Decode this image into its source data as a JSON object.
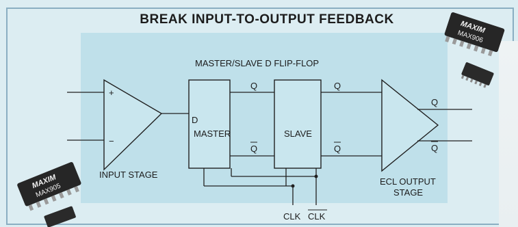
{
  "title": "BREAK INPUT-TO-OUTPUT FEEDBACK",
  "flipflop_label": "MASTER/SLAVE D FLIP-FLOP",
  "input_stage": {
    "label": "INPUT STAGE",
    "plus": "+",
    "minus": "−"
  },
  "master": {
    "d": "D",
    "label": "MASTER",
    "q": "Q",
    "qbar": "Q"
  },
  "slave": {
    "label": "SLAVE",
    "q": "Q",
    "qbar": "Q"
  },
  "output_stage": {
    "label_line1": "ECL OUTPUT",
    "label_line2": "STAGE",
    "q": "Q",
    "qbar": "Q"
  },
  "clock": {
    "clk": "CLK",
    "clk_bar": "CLK"
  },
  "chips": {
    "top_right": {
      "brand": "MAXIM",
      "part": "MAX906"
    },
    "bottom_left": {
      "brand": "MAXIM",
      "part": "MAX905"
    }
  },
  "colors": {
    "panel": "#dcedf2",
    "diagram_bg": "#bfe0ea",
    "block_fill": "#c9e6ee",
    "line": "#202020",
    "chip": "#262626"
  }
}
